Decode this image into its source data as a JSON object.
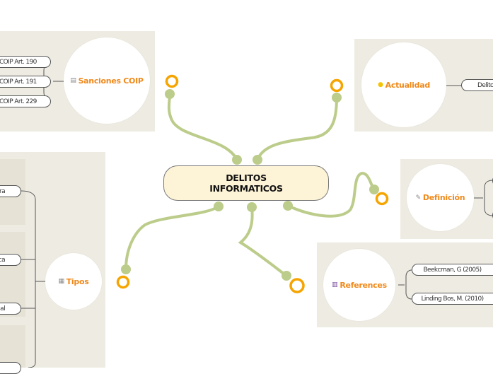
{
  "central": {
    "label": "DELITOS INFORMATICOS"
  },
  "topics": {
    "sanciones": {
      "label": "Sanciones COIP",
      "icon": "document-icon",
      "items": [
        "COIP Art. 190",
        "COIP Art. 191",
        "COIP Art. 229"
      ]
    },
    "actualidad": {
      "label": "Actualidad",
      "icon": "lightbulb-icon",
      "items": [
        "Delitos"
      ]
    },
    "definicion": {
      "label": "Definición",
      "icon": "pencil-note-icon",
      "items": []
    },
    "references": {
      "label": "References",
      "icon": "books-icon",
      "items": [
        "Beekcman, G (2005)",
        "Linding Bos, M. (2010)"
      ]
    },
    "tipos": {
      "label": "Tipos",
      "icon": "notepad-icon",
      "items": [
        "ra",
        "ca",
        "al"
      ]
    }
  },
  "colors": {
    "connector": "#bccc8a",
    "handle": "#f5a400",
    "accent_text": "#f0891a",
    "panel": "#eeece2"
  }
}
